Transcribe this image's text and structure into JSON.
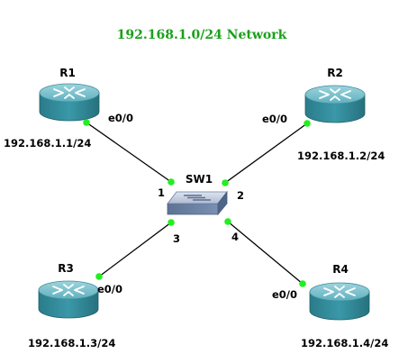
{
  "title": "192.168.1.0/24 Network",
  "colors": {
    "title": "#1aa01a",
    "link_line": "#000000",
    "port_dot": "#22ee22",
    "router_body": "#2f8a99",
    "router_top": "#7fc6d2",
    "switch_body": "#6f86a8",
    "switch_top": "#c9d3e3"
  },
  "switch": {
    "name": "SW1",
    "icon": "switch-icon",
    "ports": [
      "1",
      "2",
      "3",
      "4"
    ]
  },
  "routers": [
    {
      "name": "R1",
      "interface": "e0/0",
      "ip": "192.168.1.1/24",
      "icon": "router-icon"
    },
    {
      "name": "R2",
      "interface": "e0/0",
      "ip": "192.168.1.2/24",
      "icon": "router-icon"
    },
    {
      "name": "R3",
      "interface": "e0/0",
      "ip": "192.168.1.3/24",
      "icon": "router-icon"
    },
    {
      "name": "R4",
      "interface": "e0/0",
      "ip": "192.168.1.4/24",
      "icon": "router-icon"
    }
  ]
}
